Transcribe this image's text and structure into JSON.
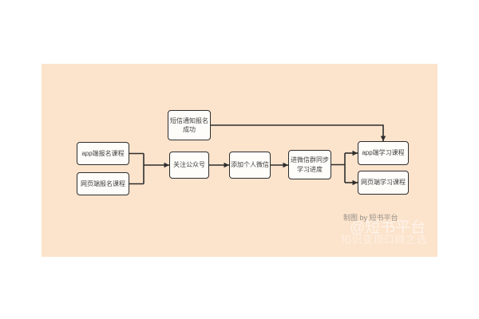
{
  "diagram": {
    "nodes": {
      "sms_notify": {
        "label": "短信通知报名\n成功"
      },
      "app_register": {
        "label": "app端报名课程"
      },
      "web_register": {
        "label": "网页端报名课程"
      },
      "follow_account": {
        "label": "关注公众号"
      },
      "add_wechat": {
        "label": "添加个人微信"
      },
      "join_group": {
        "label": "进微信群同步\n学习进度"
      },
      "app_learn": {
        "label": "app端学习课程"
      },
      "web_learn": {
        "label": "网页端学习课程"
      }
    },
    "colors": {
      "canvas_background": "#fce3cc",
      "node_fill": "#fefdf9",
      "node_border": "#2d2d2d",
      "connector": "#2d2d2d"
    }
  },
  "watermark": {
    "credit": "制图 by 短书平台",
    "brand": "@短书平台",
    "slogan": "知识变现口碑之选"
  }
}
